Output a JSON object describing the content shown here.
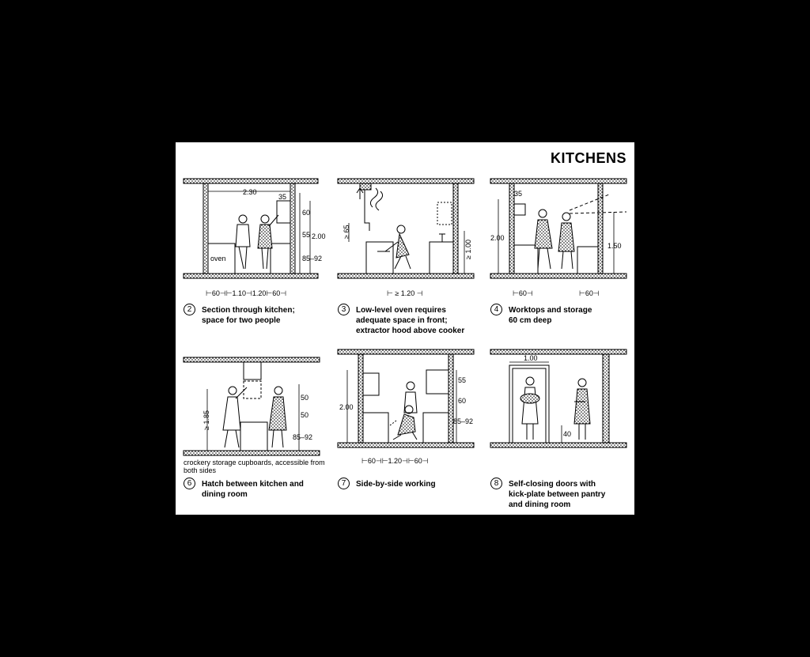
{
  "title": "KITCHENS",
  "panels": [
    {
      "number": "2",
      "caption": "Section through kitchen;\nspace for two people",
      "labels": {
        "width": "2.30",
        "upper": "35",
        "h1": "60",
        "h2": "55",
        "h3": "85–92",
        "total": "2.00",
        "oven": "oven"
      },
      "bottom_dims": "⊢60⊣⊢1.10⊣1.20⊢60⊣"
    },
    {
      "number": "3",
      "caption": "Low-level oven requires\nadequate space in front;\nextractor hood above cooker",
      "labels": {
        "h_hood": "≥ 65",
        "h_sink": "≥ 1.00"
      },
      "bottom_dims": "⊢ ≥ 1.20 ⊣"
    },
    {
      "number": "4",
      "caption": "Worktops and storage\n60 cm deep",
      "labels": {
        "upper": "35",
        "left_total": "2.00",
        "right_total": "1.50"
      },
      "bottom_dims": [
        "⊢60⊣",
        "⊢60⊣"
      ]
    },
    {
      "number": "6",
      "caption": "Hatch between kitchen and\ndining room",
      "note": "crockery storage cupboards, accessible\nfrom both sides",
      "labels": {
        "reach": "≥ 1.85",
        "h1": "50",
        "h2": "50",
        "h3": "85–92"
      }
    },
    {
      "number": "7",
      "caption": "Side-by-side working",
      "labels": {
        "total": "2.00",
        "h1": "55",
        "h2": "60",
        "h3": "85–92"
      },
      "bottom_dims": "⊢60⊣⊢1.20⊣⊢60⊣"
    },
    {
      "number": "8",
      "caption": "Self-closing doors with\nkick-plate between pantry\nand dining room",
      "labels": {
        "door": "1.00",
        "kick": "40"
      }
    }
  ]
}
